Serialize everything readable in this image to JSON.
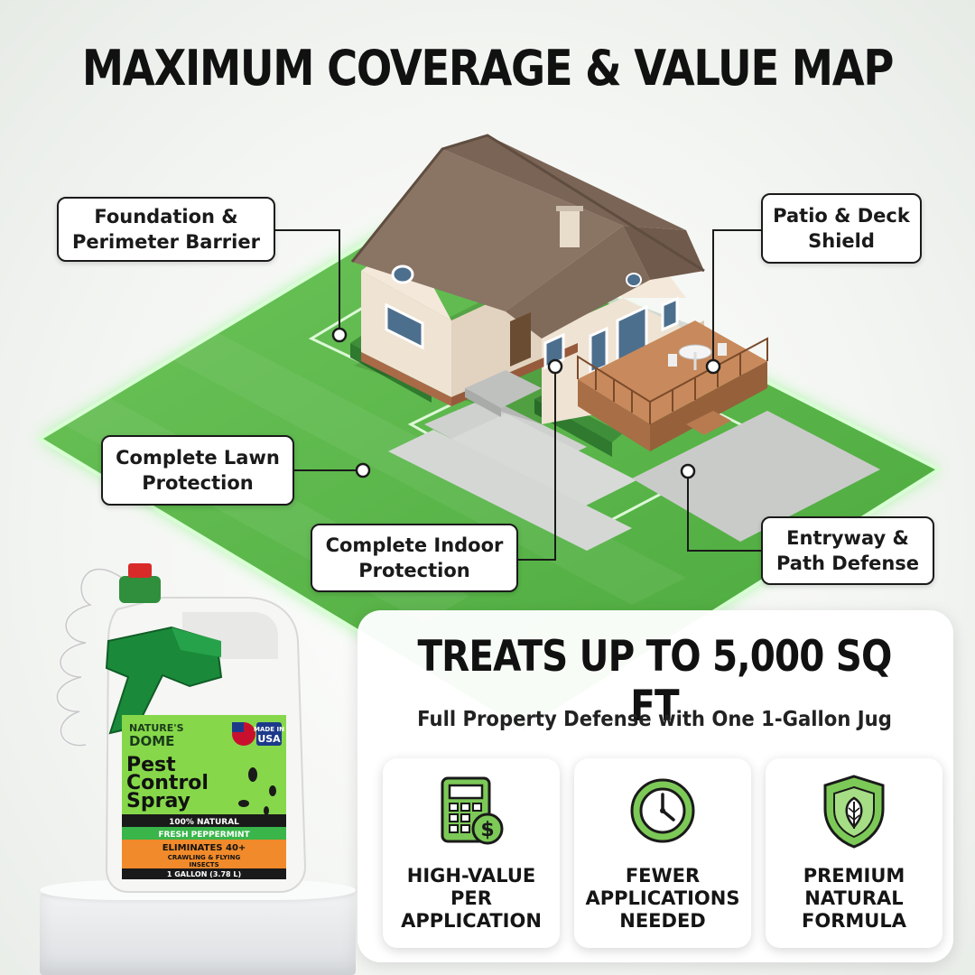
{
  "headline": "MAXIMUM COVERAGE & VALUE MAP",
  "callouts": {
    "foundation": [
      "Foundation &",
      "Perimeter Barrier"
    ],
    "patio": [
      "Patio & Deck",
      "Shield"
    ],
    "lawn": [
      "Complete Lawn",
      "Protection"
    ],
    "indoor": [
      "Complete Indoor",
      "Protection"
    ],
    "entry": [
      "Entryway &",
      "Path Defense"
    ]
  },
  "treats_title": "TREATS UP TO 5,000 SQ FT",
  "treats_subtitle": "Full Property Defense with One 1-Gallon Jug",
  "features": [
    {
      "icon": "calculator-dollar-icon",
      "lines": [
        "HIGH-VALUE",
        "PER",
        "APPLICATION"
      ]
    },
    {
      "icon": "clock-icon",
      "lines": [
        "FEWER",
        "APPLICATIONS",
        "NEEDED"
      ]
    },
    {
      "icon": "shield-leaf-icon",
      "lines": [
        "PREMIUM",
        "NATURAL",
        "FORMULA"
      ]
    }
  ],
  "product": {
    "brand_top": "NATURE'S",
    "brand_bottom": "DOME",
    "name_lines": [
      "Pest",
      "Control",
      "Spray"
    ],
    "badge_top": "MADE IN",
    "badge_bottom": "USA",
    "natural": "100% NATURAL",
    "scent": "FRESH PEPPERMINT",
    "claim_lines": [
      "ELIMINATES 40+",
      "CRAWLING & FLYING",
      "INSECTS"
    ],
    "size": "1 GALLON (3.78 L)"
  },
  "colors": {
    "lawn": "#5cb84a",
    "glow": "#7ef07a",
    "brand_green": "#6dd64a",
    "spray_green": "#1a8a3a",
    "orange": "#f08a2a",
    "roof": "#8a7464",
    "wall": "#efe3d3"
  }
}
